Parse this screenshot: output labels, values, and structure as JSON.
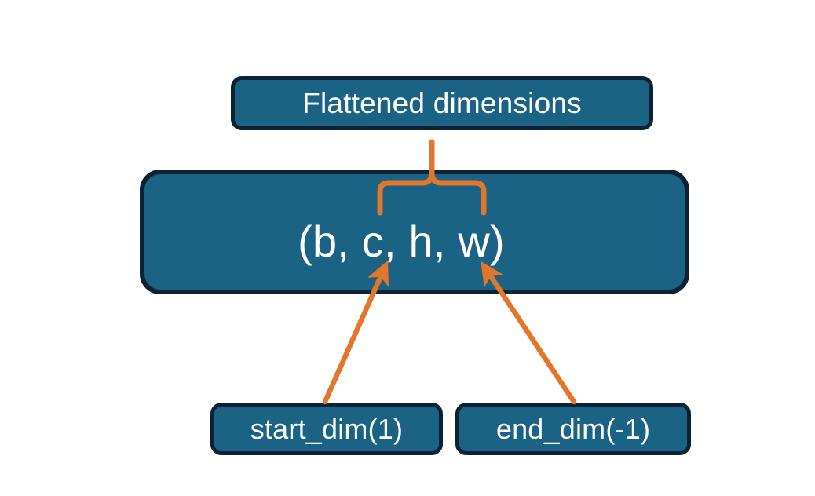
{
  "diagram": {
    "title_box": {
      "label": "Flattened dimensions"
    },
    "shape_box": {
      "label": "(b, c, h, w)"
    },
    "start_box": {
      "label": "start_dim(1)"
    },
    "end_box": {
      "label": "end_dim(-1)"
    },
    "connectors": {
      "brace_name": "flattened-range-brace",
      "start_arrow_name": "start-dim-arrow",
      "end_arrow_name": "end-dim-arrow"
    },
    "colors": {
      "box_fill": "#1b6385",
      "box_border": "#0a2233",
      "box_text": "#ffffff",
      "connector_orange": "#e3762a",
      "background": "#ffffff"
    }
  }
}
